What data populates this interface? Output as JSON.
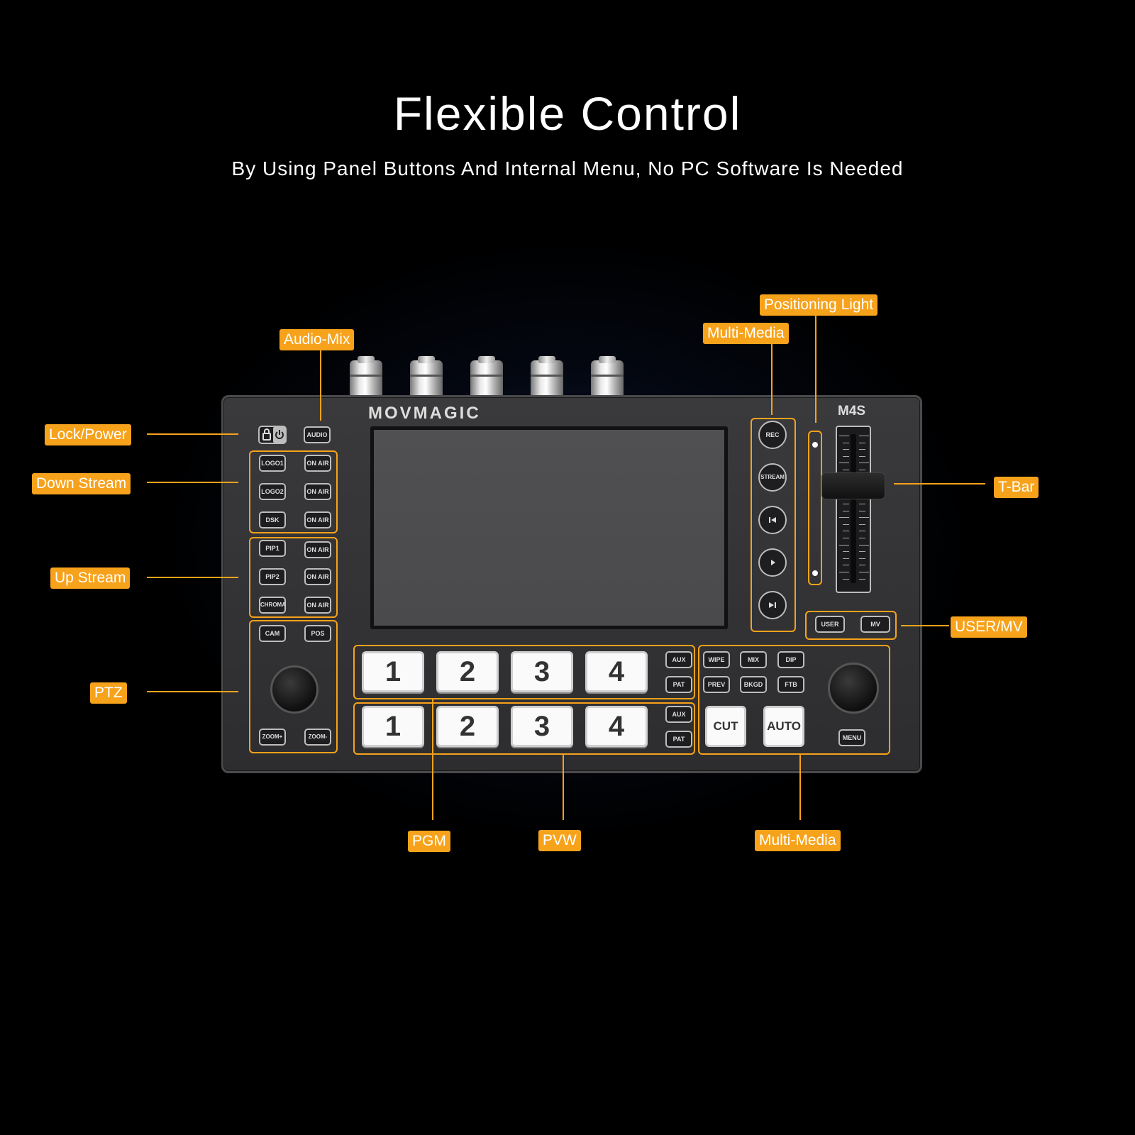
{
  "heading": {
    "title": "Flexible Control",
    "subtitle": "By Using Panel Buttons And Internal Menu, No PC Software Is Needed"
  },
  "device": {
    "brand": "MOVMAGIC",
    "model": "M4S"
  },
  "labels": {
    "audio_mix": "Audio-Mix",
    "lock_power": "Lock/Power",
    "down_stream": "Down Stream",
    "up_stream": "Up Stream",
    "ptz": "PTZ",
    "pgm": "PGM",
    "pvw": "PVW",
    "multi_media_top": "Multi-Media",
    "multi_media_bottom": "Multi-Media",
    "positioning_light": "Positioning Light",
    "t_bar": "T-Bar",
    "user_mv": "USER/MV"
  },
  "buttons": {
    "audio": "AUDIO",
    "logo1": "LOGO1",
    "logo2": "LOGO2",
    "dsk": "DSK",
    "pip1": "PIP1",
    "pip2": "PIP2",
    "chroma": "CHROMA",
    "on_air": "ON AIR",
    "cam": "CAM",
    "pos": "POS",
    "zoom_in": "ZOOM+",
    "zoom_out": "ZOOM-",
    "rec": "REC",
    "stream": "STREAM",
    "user": "USER",
    "mv": "MV",
    "aux": "AUX",
    "pat": "PAT",
    "wipe": "WIPE",
    "mix": "MIX",
    "dip": "DIP",
    "prev": "PREV",
    "bkgd": "BKGD",
    "ftb": "FTB",
    "cut": "CUT",
    "auto": "AUTO",
    "menu": "MENU"
  },
  "pgm_keys": [
    "1",
    "2",
    "3",
    "4"
  ],
  "pvw_keys": [
    "1",
    "2",
    "3",
    "4"
  ],
  "colors": {
    "accent": "#f7a21b",
    "background": "#000000",
    "device_body": "#333335"
  },
  "icons": {
    "lock": "lock-icon",
    "power": "power-icon",
    "prev_track": "skip-back-icon",
    "play": "play-icon",
    "next_track": "skip-forward-icon"
  }
}
